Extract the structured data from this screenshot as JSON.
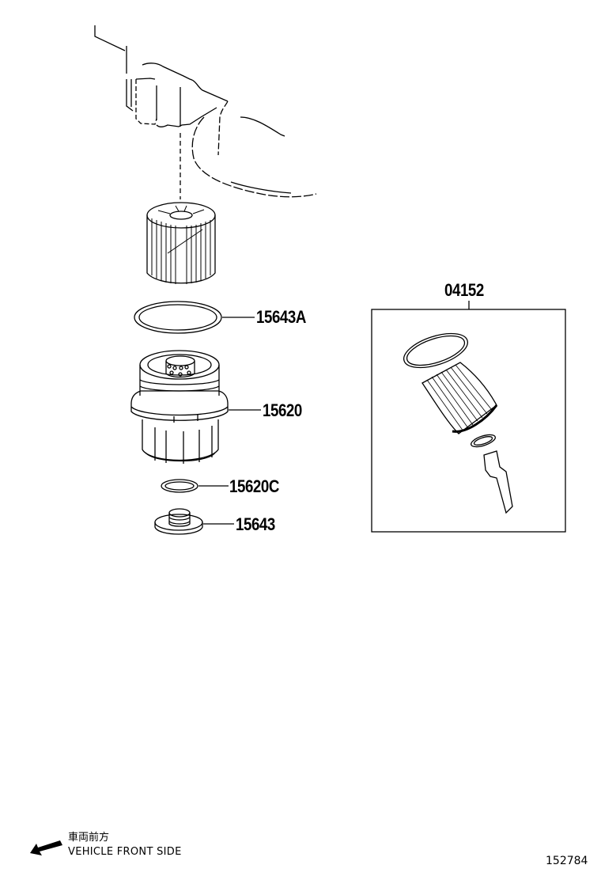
{
  "diagram": {
    "type": "exploded parts diagram",
    "subject": "Oil filter assembly",
    "parts": [
      {
        "id": "part-filter-element",
        "label": ""
      },
      {
        "id": "part-15643A",
        "label": "15643A"
      },
      {
        "id": "part-15620",
        "label": "15620"
      },
      {
        "id": "part-15620C",
        "label": "15620C"
      },
      {
        "id": "part-15643",
        "label": "15643"
      },
      {
        "id": "part-04152",
        "label": "04152"
      }
    ],
    "kit_box_label": "04152",
    "orientation": {
      "japanese": "車両前方",
      "english": "VEHICLE FRONT SIDE",
      "arrow_icon": "arrow-left-down-icon"
    },
    "illustration_number": "152784"
  }
}
